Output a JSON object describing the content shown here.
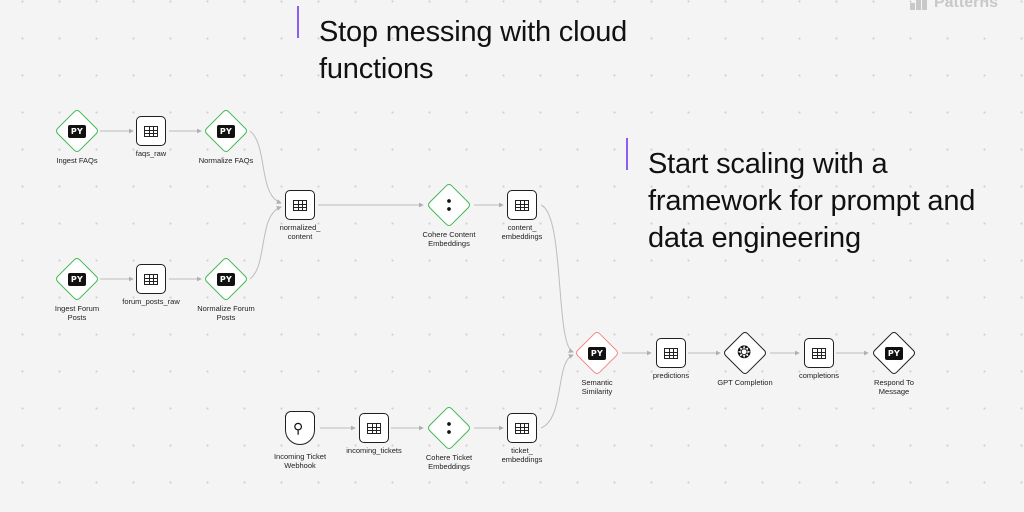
{
  "brand": {
    "name": "Patterns"
  },
  "headlines": {
    "primary": "Stop messing with cloud functions",
    "secondary": "Start scaling with a framework for prompt and data engineering"
  },
  "colors": {
    "accent_bar": "#8b5cf6",
    "python_node_border": "#3fb950",
    "similarity_node_border": "#f08a8a",
    "edge": "#bdbdbd"
  },
  "nodes": {
    "ingest_faqs": {
      "label": "Ingest FAQs",
      "badge": "PY"
    },
    "faqs_raw": {
      "label": "faqs_raw"
    },
    "normalize_faqs": {
      "label": "Normalize FAQs",
      "badge": "PY"
    },
    "ingest_forum_posts": {
      "label": "Ingest Forum\nPosts",
      "badge": "PY"
    },
    "forum_posts_raw": {
      "label": "forum_posts_raw"
    },
    "normalize_forum_posts": {
      "label": "Normalize Forum\nPosts",
      "badge": "PY"
    },
    "normalized_content": {
      "label": "normalized_\ncontent"
    },
    "cohere_content_embeddings": {
      "label": "Cohere Content\nEmbeddings"
    },
    "content_embeddings": {
      "label": "content_\nembeddings"
    },
    "incoming_ticket_webhook": {
      "label": "Incoming Ticket\nWebhook"
    },
    "incoming_tickets": {
      "label": "incoming_tickets"
    },
    "cohere_ticket_embeddings": {
      "label": "Cohere Ticket\nEmbeddings"
    },
    "ticket_embeddings": {
      "label": "ticket_\nembeddings"
    },
    "semantic_similarity": {
      "label": "Semantic\nSimilarity",
      "badge": "PY"
    },
    "predictions": {
      "label": "predictions"
    },
    "gpt_completion": {
      "label": "GPT Completion"
    },
    "completions": {
      "label": "completions"
    },
    "respond_to_message": {
      "label": "Respond To\nMessage",
      "badge": "PY"
    }
  }
}
